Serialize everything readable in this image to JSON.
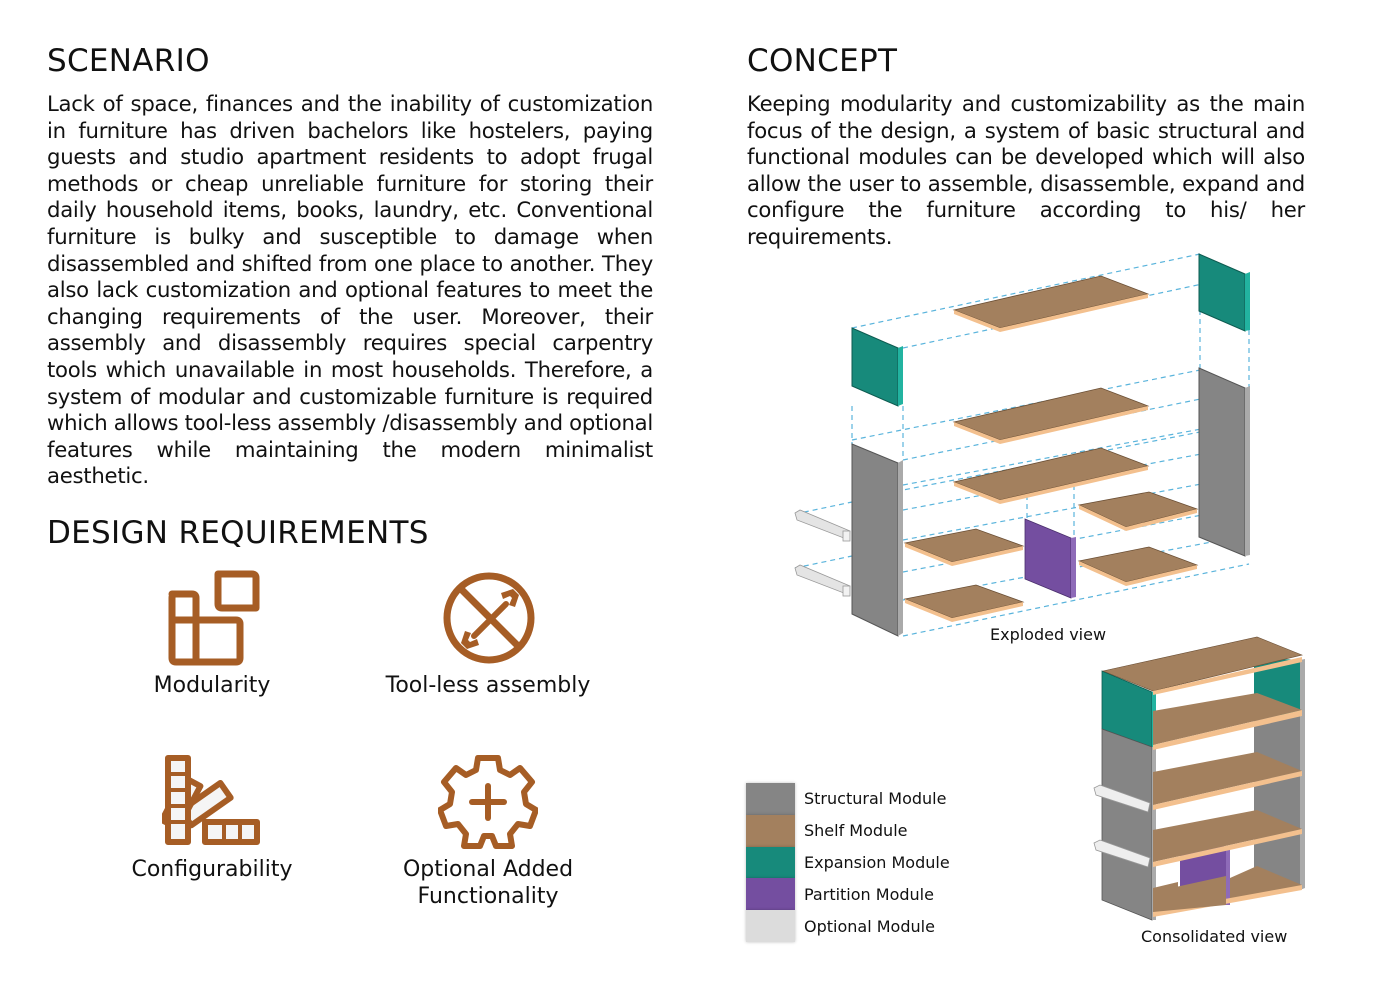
{
  "scenario": {
    "title": "SCENARIO",
    "text": "Lack of space, finances and the inability of customization in furniture has driven bachelors like hostelers, paying guests and studio apartment residents to adopt frugal methods or cheap unreliable furniture for storing their daily household items, books, laundry, etc. Conventional furniture is bulky and susceptible to damage when disassembled and shifted from one place to another. They also lack customization and optional features to meet the changing requirements of the user. Moreover, their assembly and disassembly requires special carpentry tools which unavailable in most households. Therefore, a system of modular and customizable furniture is required which allows tool-less assembly /disassembly and optional features while maintaining the modern minimalist aesthetic."
  },
  "design_requirements": {
    "title": "DESIGN REQUIREMENTS",
    "icon_color": "#a65d25",
    "items": [
      {
        "label": "Modularity",
        "icon": "modular-blocks-icon"
      },
      {
        "label": "Tool-less assembly",
        "icon": "no-tools-icon"
      },
      {
        "label": "Configurability",
        "icon": "swatch-fan-icon"
      },
      {
        "label": "Optional Added Functionality",
        "icon": "gear-plus-icon"
      }
    ]
  },
  "concept": {
    "title": "CONCEPT",
    "text": "Keeping modularity and customizability as the main focus of the design, a system of basic structural and functional modules can be developed which will also allow the user to assemble, disassemble, expand and configure the furniture according to his/ her requirements."
  },
  "diagrams": {
    "exploded_caption": "Exploded view",
    "consolidated_caption": "Consolidated view",
    "guide_color": "#5ab4dc"
  },
  "legend": [
    {
      "label": "Structural Module",
      "color": "#858585"
    },
    {
      "label": "Shelf Module",
      "color": "#a3805e"
    },
    {
      "label": "Expansion Module",
      "color": "#178a7b"
    },
    {
      "label": "Partition Module",
      "color": "#744ea0"
    },
    {
      "label": "Optional Module",
      "color": "#dcdcdc"
    }
  ]
}
